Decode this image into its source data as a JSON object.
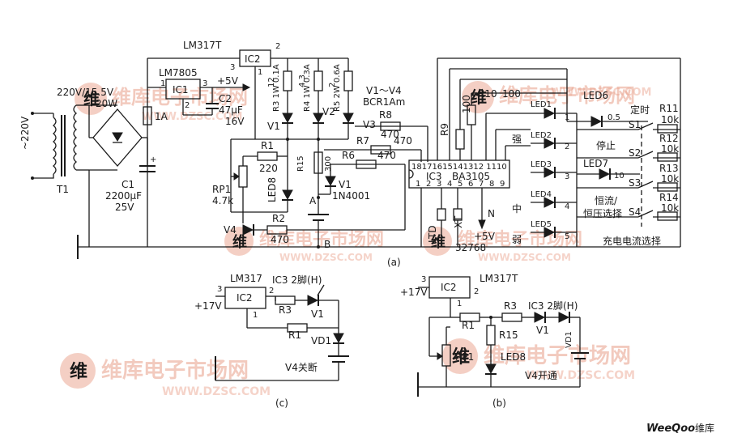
{
  "watermarks": {
    "brand": "维库电子市场网",
    "domain": "WWW.DZSC.COM",
    "footer_brand": "WeeQoo",
    "footer_text": "维库"
  },
  "main_circuit": {
    "caption": "(a)",
    "input_voltage": "~220V",
    "transformer": "T1",
    "transformer_rating": "220V/15.5V",
    "transformer_power": "20W",
    "fuse": "1A",
    "c1_name": "C1",
    "c1_value": "2200μF",
    "c1_voltage": "25V",
    "ic1_type": "LM7805",
    "ic1_name": "IC1",
    "ic1_pins": [
      "1",
      "2",
      "3"
    ],
    "out_5v": "+5V",
    "c2_name": "C2",
    "c2_value": "47μF",
    "c2_voltage": "16V",
    "ic2_type": "LM317T",
    "ic2_name": "IC2",
    "ic2_pins": [
      "1",
      "2",
      "3"
    ],
    "r3": "R3 1W 0.1A",
    "r4": "R4 1W 0.3A",
    "r5": "R5 2W 0.6A",
    "res_values_top": [
      "12",
      "4.3",
      "2"
    ],
    "v_series": "V1～V4",
    "v_series_type": "BCR1Am",
    "v1": "V1",
    "v2": "V2",
    "v3": "V3",
    "r1": "R1",
    "r1_value": "220",
    "r15": "R15",
    "r15_value": "300",
    "rp1": "RP1",
    "rp1_value": "4.7k",
    "led8": "LED8",
    "vd1": "V1",
    "vd1_type": "1N4001",
    "point_a": "A",
    "point_b": "B",
    "r2": "R2",
    "r2_value": "470",
    "v4": "V4",
    "r6": "R6",
    "r6_value": "470",
    "r7": "R7",
    "r7_value": "470",
    "r8": "R8",
    "r8_value": "470",
    "r9": "R9",
    "r9_value": "100",
    "r10": "R10",
    "r10_value": "100",
    "ic3_name": "IC3",
    "ic3_type": "BA3105",
    "ic3_pins_top": "18171615141312 1110",
    "ic3_pins_bottom": [
      "1",
      "2",
      "3",
      "4",
      "5",
      "6",
      "7",
      "8",
      "9"
    ],
    "led_labels": [
      "LED1",
      "LED2",
      "LED3",
      "LED4",
      "LED5",
      "LED6",
      "LED7"
    ],
    "led_nums": [
      "1",
      "2",
      "3",
      "4",
      "5",
      "0.5",
      "10"
    ],
    "strong": "强",
    "middle": "中",
    "weak": "弱",
    "n_label": "N",
    "plus5": "+5V",
    "crystal": "XT",
    "crystal_freq": "32768",
    "ltd": "LTD",
    "timer": "定时",
    "stop": "停止",
    "cc_cv": "恒流/",
    "cv_select": "恒压选择",
    "charge_select": "充电电流选择",
    "switches": [
      "S1",
      "S2",
      "S3",
      "S4"
    ],
    "r11": "R11",
    "r12": "R12",
    "r13": "R13",
    "r14": "R14",
    "r_10k": "10k"
  },
  "circuit_b": {
    "caption": "(b)",
    "ic": "IC2",
    "type": "LM317T",
    "v17": "+17V",
    "pins": [
      "3",
      "2",
      "1"
    ],
    "r1": "R1",
    "r3": "R3",
    "rp1": "RP1",
    "r15": "R15",
    "led8": "LED8",
    "v1": "V1",
    "vd1": "VD1",
    "ic3_pin": "IC3 2脚(H)",
    "v4": "V4开通"
  },
  "circuit_c": {
    "caption": "(c)",
    "ic": "IC2",
    "type": "LM317",
    "v17": "+17V",
    "pins": [
      "3",
      "2",
      "1"
    ],
    "r1": "R1",
    "r3": "R3",
    "v1": "V1",
    "vd1": "VD1",
    "ic3_pin": "IC3 2脚(H)",
    "v4": "V4关断"
  }
}
